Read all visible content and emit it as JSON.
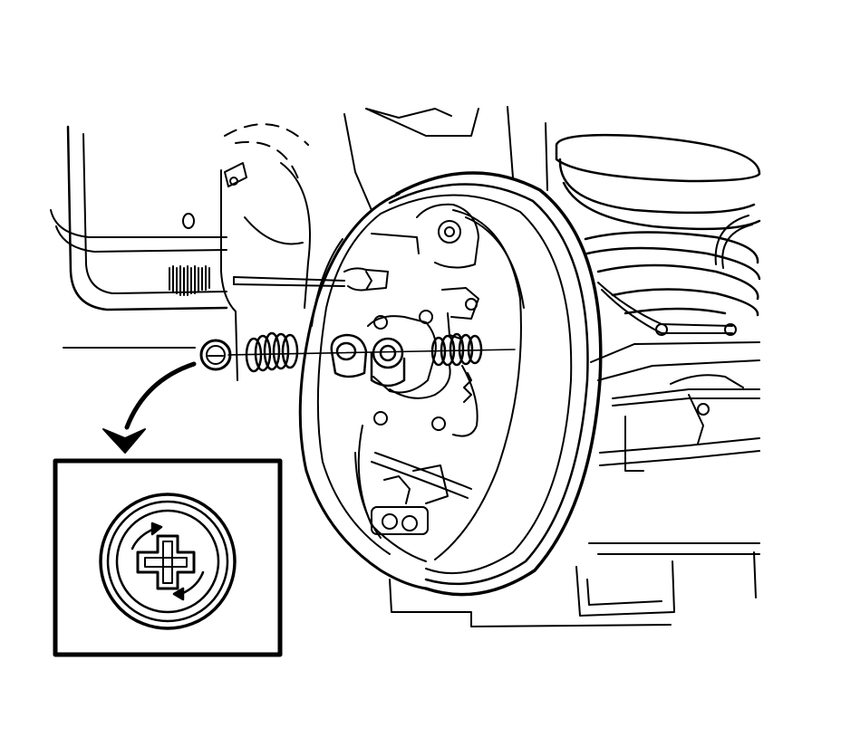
{
  "figure": {
    "kind": "service-manual line illustration",
    "colors": {
      "line": "#000000",
      "background": "#ffffff"
    },
    "components": [
      "vehicle-body-panel",
      "coil-suspension-spring",
      "brake-backing-plate",
      "brake-shoe-assembly",
      "wheel-cylinder",
      "hold-down-pin",
      "hold-down-spring",
      "hold-down-spring-retainer",
      "return-spring",
      "parking-brake-lever",
      "axle-hub-studs",
      "brake-line-tubing"
    ],
    "callout": {
      "shows": "hold-down-spring-retainer",
      "icons": [
        "retainer-cap-icon",
        "slot-cross-icon",
        "rotate-arrow-icon"
      ],
      "pointer": "curved-arrow-icon"
    }
  }
}
